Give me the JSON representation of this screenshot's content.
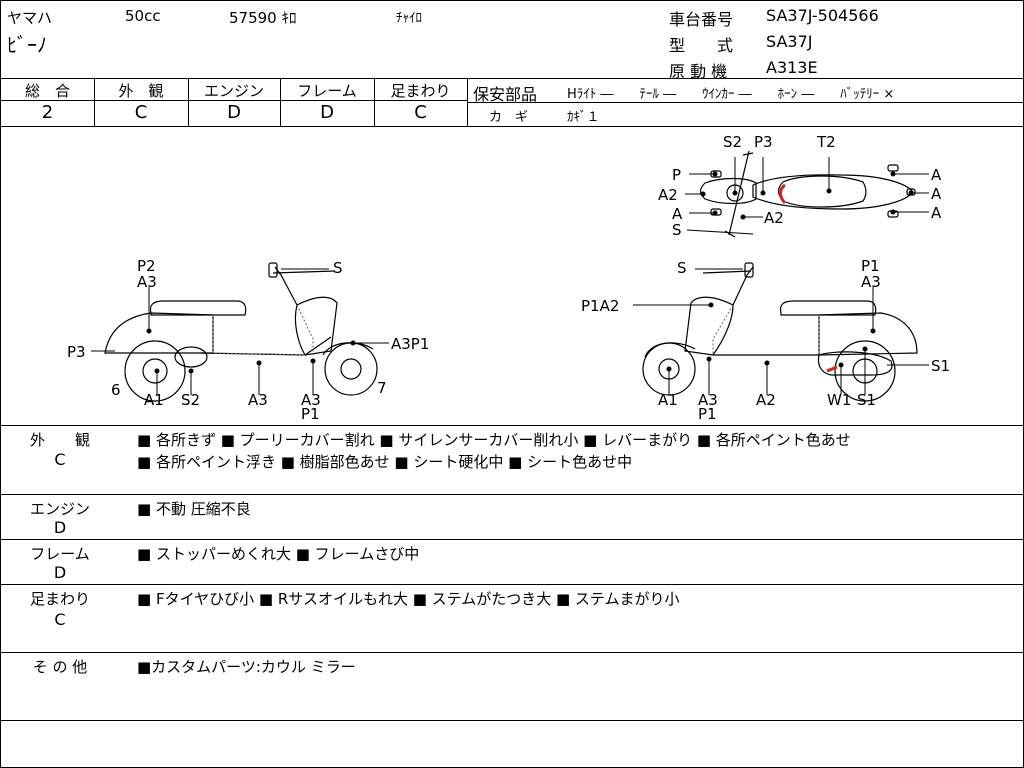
{
  "header": {
    "maker": "ヤマハ",
    "displacement": "50cc",
    "mileage": "57590 ｷﾛ",
    "color": "ﾁｬｲﾛ",
    "model_name": "ﾋﾞｰﾉ",
    "frame_label": "車台番号",
    "frame_value": "SA37J-504566",
    "type_label": "型　　式",
    "type_value": "SA37J",
    "engine_label": "原 動 機",
    "engine_value": "A313E"
  },
  "grades": {
    "overall_label": "総　合",
    "overall": "2",
    "exterior_label": "外　観",
    "exterior": "C",
    "engine_label": "エンジン",
    "engine": "D",
    "frame_label": "フレーム",
    "frame": "D",
    "suspension_label": "足まわり",
    "suspension": "C"
  },
  "safety": {
    "label": "保安部品",
    "items_text": "Hﾗｲﾄ ―　　ﾃｰﾙ ―　　ｳｲﾝｶｰ ―　　ﾎｰﾝ ―　　ﾊﾞｯﾃﾘｰ ×",
    "key_label": "カ　ギ",
    "key_value": "ｶｷﾞ１"
  },
  "diagram": {
    "top": [
      "S2",
      "P3",
      "T2",
      "P",
      "A2",
      "A",
      "A2",
      "S",
      "A",
      "A",
      "A"
    ],
    "left": [
      "P2",
      "A3",
      "S",
      "P3",
      "A3P1",
      "6",
      "A1",
      "S2",
      "A3",
      "A3",
      "P1",
      "7"
    ],
    "right": [
      "S",
      "P1",
      "A3",
      "P1A2",
      "S1",
      "A1",
      "A3",
      "P1",
      "A2",
      "W1",
      "S1"
    ]
  },
  "sections": {
    "exterior": {
      "label": "外　　観",
      "grade": "C",
      "line1": "■ 各所きず ■ プーリーカバー割れ ■ サイレンサーカバー削れ小 ■ レバーまがり ■ 各所ペイント色あせ",
      "line2": "■ 各所ペイント浮き ■ 樹脂部色あせ ■ シート硬化中 ■ シート色あせ中"
    },
    "engine": {
      "label": "エンジン",
      "grade": "D",
      "line1": "■ 不動 圧縮不良"
    },
    "frame": {
      "label": "フレーム",
      "grade": "D",
      "line1": "■ ストッパーめくれ大 ■ フレームさび中"
    },
    "suspension": {
      "label": "足まわり",
      "grade": "C",
      "line1": "■ Fタイヤひび小 ■ Rサスオイルもれ大 ■ ステムがたつき大 ■ ステムまがり小"
    },
    "other": {
      "label": "そ の 他",
      "line1": "■カスタムパーツ:カウル ミラー"
    }
  },
  "colors": {
    "line": "#000000",
    "damage": "#cc2222",
    "dotted": "#666666"
  }
}
